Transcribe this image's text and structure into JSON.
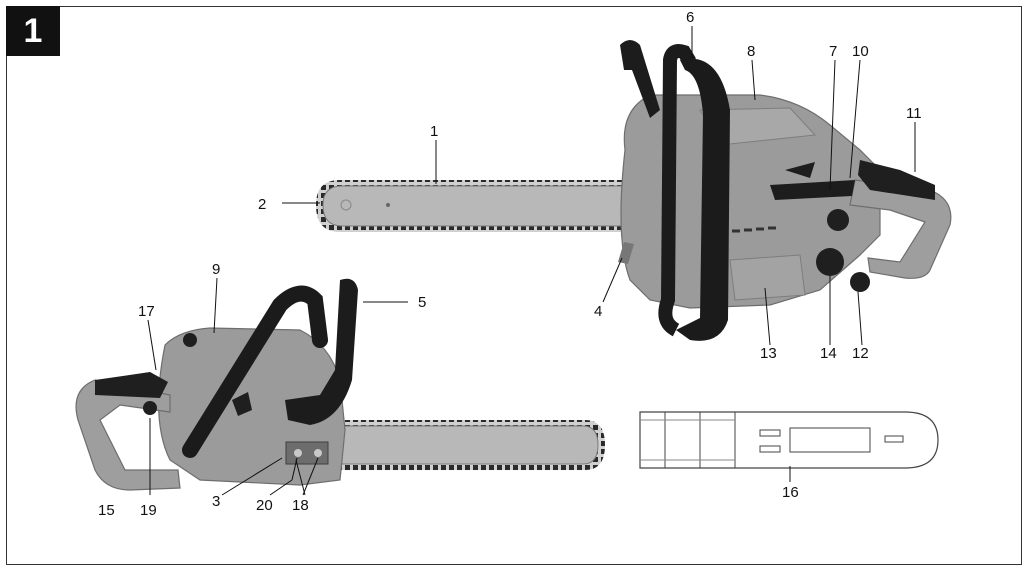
{
  "figure": {
    "number": "1"
  },
  "callouts": {
    "c1": "1",
    "c2": "2",
    "c3": "3",
    "c4": "4",
    "c5": "5",
    "c6": "6",
    "c7": "7",
    "c8": "8",
    "c9": "9",
    "c10": "10",
    "c11": "11",
    "c12": "12",
    "c13": "13",
    "c14": "14",
    "c15": "15",
    "c16": "16",
    "c17": "17",
    "c18": "18",
    "c19": "19",
    "c20": "20"
  },
  "colors": {
    "body": "#9a9a9a",
    "handle": "#1c1c1c",
    "bar": "#b3b3b3",
    "chain": "#2a2a2a"
  }
}
